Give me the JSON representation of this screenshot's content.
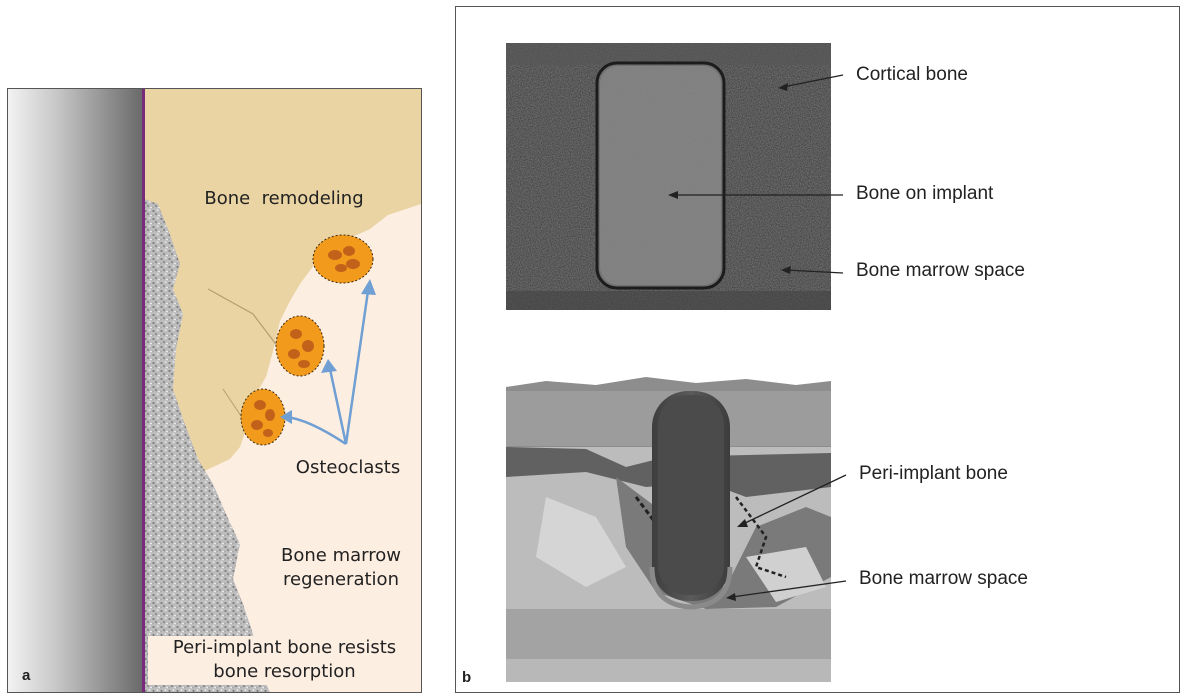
{
  "panel_a": {
    "letter": "a",
    "labels": {
      "bone_remodeling": "Bone  remodeling",
      "osteoclasts": "Osteoclasts",
      "marrow_regen_line1": "Bone marrow",
      "marrow_regen_line2": "regeneration",
      "resists_line1": "Peri-implant bone resists",
      "resists_line2": "bone resorption"
    },
    "colors": {
      "implant_dark": "#6e6e6e",
      "implant_light": "#e4e4e4",
      "interface_line": "#7a2a7a",
      "bone_tan": "#ead4a4",
      "marrow_bg": "#fdeee2",
      "osteoclast": "#f29a1c",
      "nucleus": "#c2621a",
      "arrow": "#6f9fd3"
    }
  },
  "panel_b": {
    "letter": "b",
    "top_image_labels": {
      "cortical": "Cortical bone",
      "bone_on_implant": "Bone on implant",
      "marrow": "Bone marrow space"
    },
    "bottom_image_labels": {
      "peri_implant": "Peri-implant bone",
      "marrow": "Bone marrow space"
    }
  }
}
